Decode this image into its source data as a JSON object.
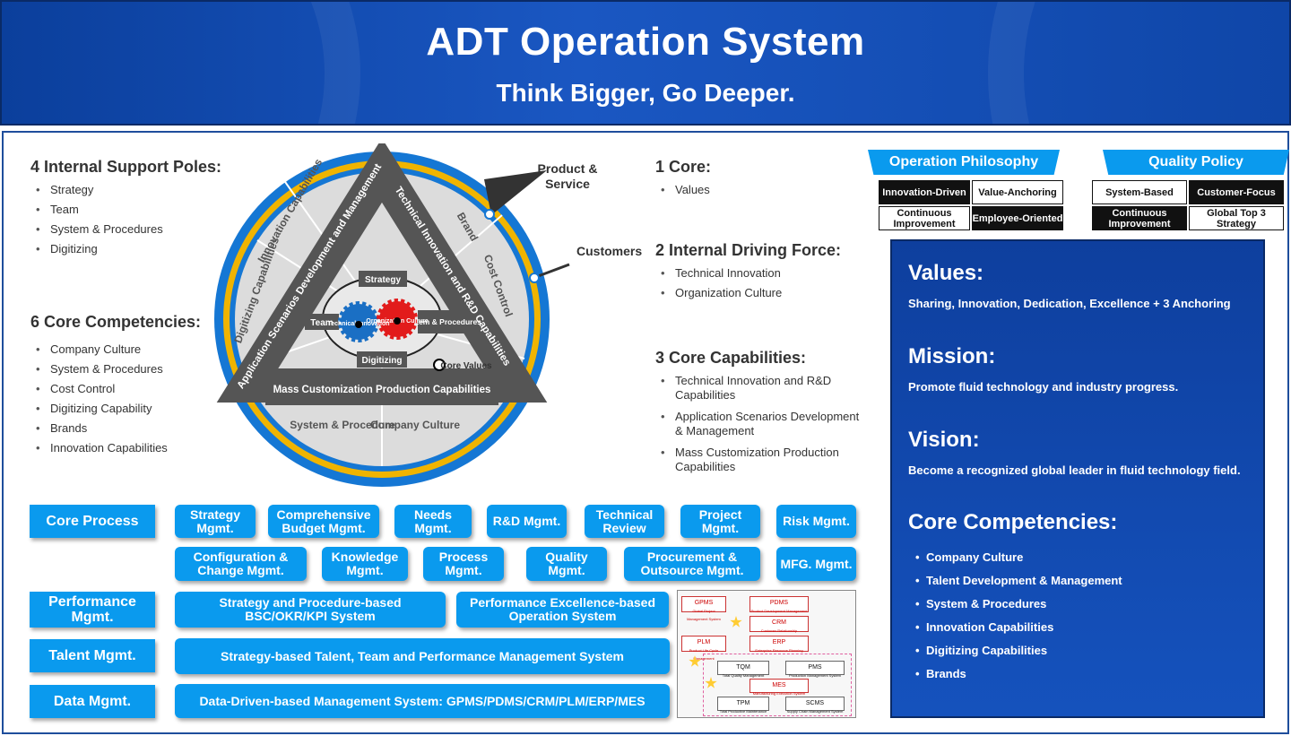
{
  "header": {
    "title": "ADT Operation System",
    "subtitle": "Think Bigger, Go Deeper."
  },
  "left": {
    "support_title": "4 Internal Support Poles:",
    "support_items": [
      "Strategy",
      "Team",
      "System & Procedures",
      "Digitizing"
    ],
    "competency_title": "6 Core Competencies:",
    "competency_items": [
      "Company Culture",
      "System & Procedures",
      "Cost Control",
      "Digitizing Capability",
      "Brands",
      "Innovation Capabilities"
    ]
  },
  "wheel": {
    "product_service": "Product & Service",
    "customers": "Customers",
    "seg_innovation": "Innovation Capabilities",
    "seg_digitizing": "Digitizing Capabilities",
    "seg_brand": "Brand",
    "seg_cost": "Cost Control",
    "seg_system": "System & Procedure",
    "seg_culture": "Company Culture",
    "tri_left": "Application Scenarios Development and Management",
    "tri_right": "Technical Innovation and R&D Capabilities",
    "tri_bottom": "Mass Customization Production Capabilities",
    "strategy": "Strategy",
    "team": "Team",
    "system_proc": "System & Procedures",
    "digitizing": "Digitizing",
    "gear_tech": "Technical Innovation",
    "gear_org": "Organization Culture",
    "core_values": "Core Values"
  },
  "middle": {
    "core_title": "1 Core:",
    "core_items": [
      "Values"
    ],
    "driving_title": "2 Internal Driving Force:",
    "driving_items": [
      "Technical Innovation",
      "Organization Culture"
    ],
    "cap_title": "3 Core Capabilities:",
    "cap_items": [
      "Technical Innovation and R&D Capabilities",
      "Application Scenarios Development & Management",
      "Mass Customization Production Capabilities"
    ]
  },
  "philosophy": {
    "title": "Operation Philosophy",
    "cells": [
      "Innovation-Driven",
      "Value-Anchoring",
      "Continuous Improvement",
      "Employee-Oriented"
    ]
  },
  "quality": {
    "title": "Quality Policy",
    "cells": [
      "System-Based",
      "Customer-Focus",
      "Continuous Improvement",
      "Global Top 3 Strategy"
    ]
  },
  "panel": {
    "values_title": "Values:",
    "values_text": "Sharing, Innovation, Dedication, Excellence + 3 Anchoring",
    "mission_title": "Mission:",
    "mission_text": "Promote fluid technology and industry progress.",
    "vision_title": "Vision:",
    "vision_text": "Become a recognized global leader in fluid technology field.",
    "comp_title": "Core Competencies:",
    "comp_items": [
      "Company Culture",
      "Talent Development & Management",
      "System & Procedures",
      "Innovation Capabilities",
      "Digitizing Capabilities",
      "Brands"
    ]
  },
  "process": {
    "core_label": "Core Process",
    "row1": [
      "Strategy Mgmt.",
      "Comprehensive Budget Mgmt.",
      "Needs Mgmt.",
      "R&D Mgmt.",
      "Technical Review",
      "Project Mgmt.",
      "Risk Mgmt."
    ],
    "row2": [
      "Configuration & Change Mgmt.",
      "Knowledge Mgmt.",
      "Process Mgmt.",
      "Quality Mgmt.",
      "Procurement & Outsource Mgmt.",
      "MFG. Mgmt."
    ],
    "perf_label": "Performance Mgmt.",
    "perf_items": [
      "Strategy and Procedure-based BSC/OKR/KPI System",
      "Performance Excellence-based Operation System"
    ],
    "talent_label": "Talent Mgmt.",
    "talent_item": "Strategy-based Talent, Team and  Performance Management System",
    "data_label": "Data Mgmt.",
    "data_item": "Data-Driven-based Management System: GPMS/PDMS/CRM/PLM/ERP/MES"
  },
  "mini_chart": {
    "nodes": [
      "GPMS",
      "PDMS",
      "CRM",
      "PLM",
      "ERP",
      "TQM",
      "PMS",
      "MES",
      "TPM",
      "SCMS"
    ],
    "subs": [
      "Global Project Management System",
      "Product Development Management System",
      "Customer Relationship Management",
      "Product Life Cycle Management",
      "Enterprise Resource Planning",
      "Total Quality Management",
      "Production Management System",
      "Manufacturing Execution System",
      "Total Productive Maintenance",
      "Supply Chain Management System"
    ]
  }
}
